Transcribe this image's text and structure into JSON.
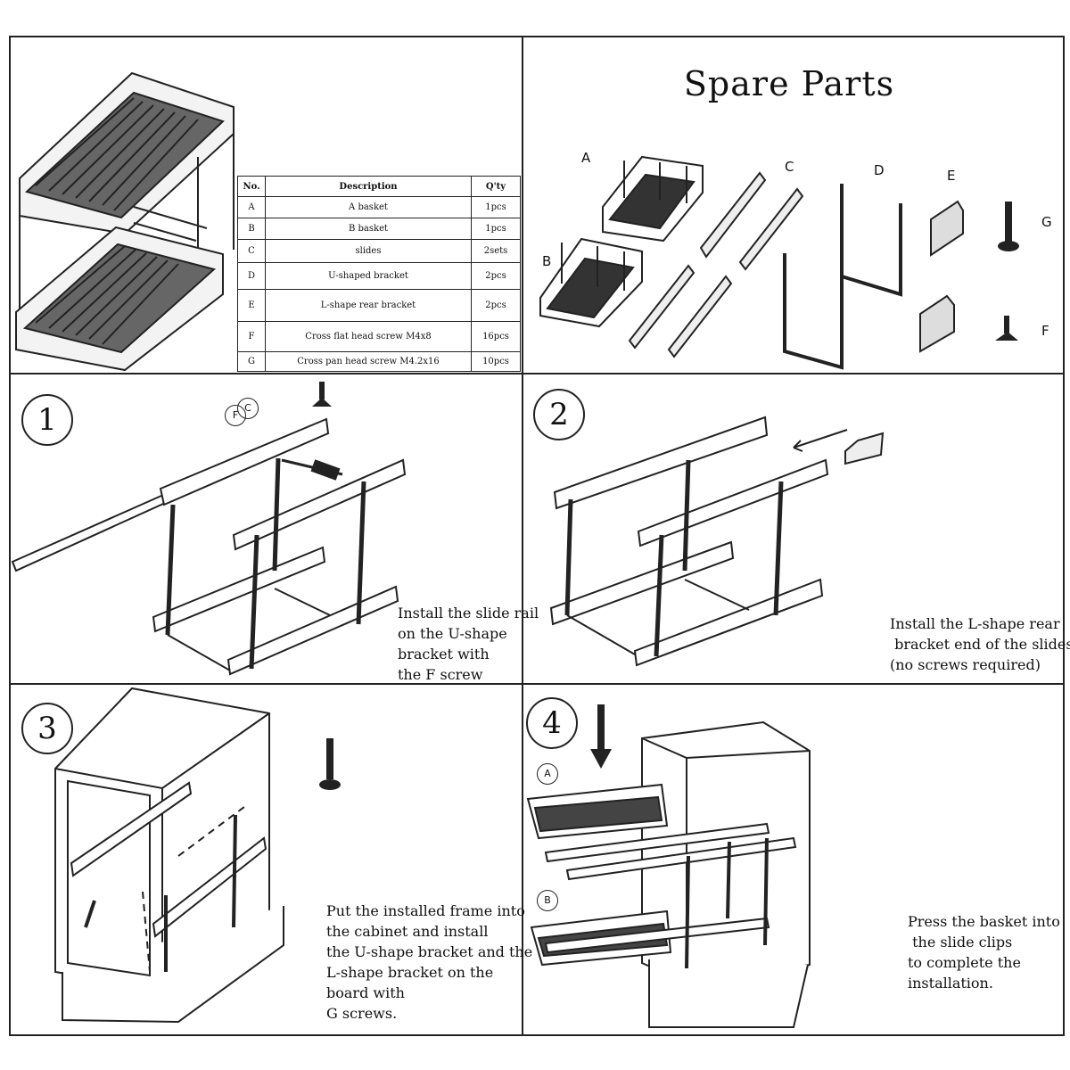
{
  "spare_parts": {
    "title": "Spare Parts",
    "labels": {
      "a": "A",
      "b": "B",
      "c": "C",
      "d": "D",
      "e": "E",
      "f": "F",
      "g": "G"
    }
  },
  "parts_table": {
    "headers": [
      "No.",
      "Description",
      "Q'ty"
    ],
    "rows": [
      {
        "no": "A",
        "desc": "A basket",
        "qty": "1pcs"
      },
      {
        "no": "B",
        "desc": "B basket",
        "qty": "1pcs"
      },
      {
        "no": "C",
        "desc": "slides",
        "qty": "2sets"
      },
      {
        "no": "D",
        "desc": "U-shaped bracket",
        "qty": "2pcs"
      },
      {
        "no": "E",
        "desc": "L-shape rear bracket",
        "qty": "2pcs"
      },
      {
        "no": "F",
        "desc": "Cross flat head screw M4x8",
        "qty": "16pcs"
      },
      {
        "no": "G",
        "desc": "Cross pan head screw M4.2x16",
        "qty": "10pcs"
      }
    ]
  },
  "steps": [
    {
      "num": "1",
      "text": "Install the slide rail\non the U-shape\nbracket with\nthe F screw"
    },
    {
      "num": "2",
      "text": "Install the L-shape rear\n bracket end of the slides.\n(no screws required)"
    },
    {
      "num": "3",
      "text": "Put the installed frame into\nthe cabinet and install\nthe U-shape bracket and the\nL-shape bracket on the\nboard with\nG screws."
    },
    {
      "num": "4",
      "text": "Press the basket into\n the slide clips\nto complete the\ninstallation."
    }
  ],
  "callouts": {
    "step1_screw_f": "F",
    "step1_screw_c": "C",
    "step4_basket_a": "A",
    "step4_basket_b": "B"
  }
}
